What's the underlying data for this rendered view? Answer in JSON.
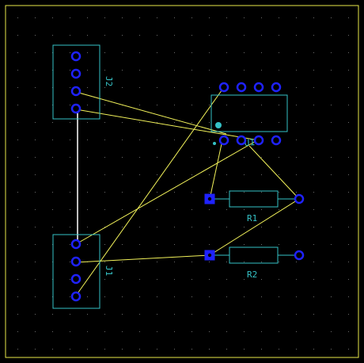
{
  "colors": {
    "background": "#000000",
    "board_outline": "#e8e84a",
    "grid_dot": "#6b6b6b",
    "silkscreen": "#35c2c6",
    "pad_ring": "#1f22ff",
    "pad_hole": "#000000",
    "ratsnest": "#f2f25a",
    "trace": "#ffffff",
    "net_dot": "#35c2c6"
  },
  "components": {
    "J2": {
      "ref": "J2",
      "pins": 4
    },
    "J1": {
      "ref": "J1",
      "pins": 4
    },
    "U1": {
      "ref": "U1",
      "pins": 8
    },
    "R1": {
      "ref": "R1",
      "pins": 2
    },
    "R2": {
      "ref": "R2",
      "pins": 2
    }
  },
  "icons": {
    "pad_round": "pad-round-icon",
    "pad_square": "pad-square-icon"
  }
}
